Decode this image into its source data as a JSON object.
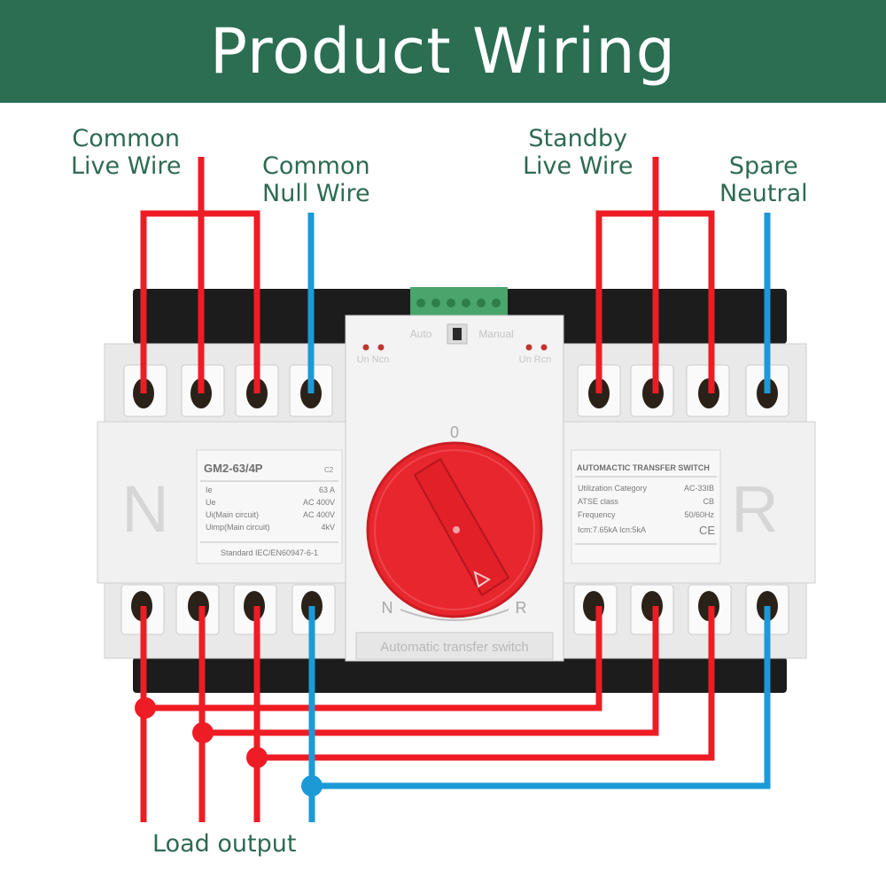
{
  "header": {
    "title": "Product Wiring"
  },
  "labels": {
    "common_live": [
      "Common",
      "Live Wire"
    ],
    "common_null": [
      "Common",
      "Null Wire"
    ],
    "standby_live": [
      "Standby",
      "Live Wire"
    ],
    "spare_neutral": [
      "Spare",
      "Neutral"
    ],
    "load_output": "Load output"
  },
  "device": {
    "left_plate": {
      "model": "GM2-63/4P",
      "model_suffix": "C2",
      "specs": [
        {
          "name": "Ie",
          "value": "63 A"
        },
        {
          "name": "Ue",
          "value": "AC 400V"
        },
        {
          "name": "Ui(Main circuit)",
          "value": "AC 400V"
        },
        {
          "name": "Uimp(Main circuit)",
          "value": "4kV"
        }
      ],
      "standard": "Standard IEC/EN60947-6-1",
      "side_letter": "N"
    },
    "right_plate": {
      "title": "AUTOMACTIC TRANSFER SWITCH",
      "specs": [
        {
          "name": "Utilization Category",
          "value": "AC-33IB"
        },
        {
          "name": "ATSE class",
          "value": "CB"
        },
        {
          "name": "Frequency",
          "value": "50/60Hz"
        }
      ],
      "ratings": "Icm:7.65kA  Icn:5kA",
      "ce": "CE",
      "side_letter": "R"
    },
    "center": {
      "switch_auto": "Auto",
      "switch_manual": "Manual",
      "led_left": "Un  Ncn",
      "led_right": "Un  Rcn",
      "dial_zero": "0",
      "dial_n": "N",
      "dial_r": "R",
      "bottom_label": "Automatic transfer switch"
    }
  },
  "colors": {
    "banner": "#2b6e52",
    "label_text": "#2e6a52",
    "live_wire": "#ee1c25",
    "neutral_wire": "#1b9ad6",
    "knob": "#e8262e"
  }
}
